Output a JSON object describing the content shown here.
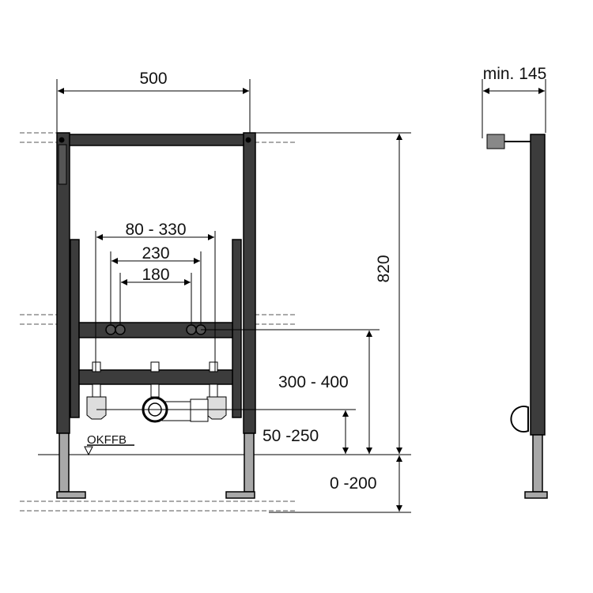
{
  "dimensions": {
    "width": "500",
    "height": "820",
    "tap_range": "80 - 330",
    "tap_230": "230",
    "tap_180": "180",
    "tap_height": "300 - 400",
    "drain_height": "50 -250",
    "leg_range": "0 -200",
    "depth": "min. 145"
  },
  "labels": {
    "floor_level": "OKFFB"
  }
}
